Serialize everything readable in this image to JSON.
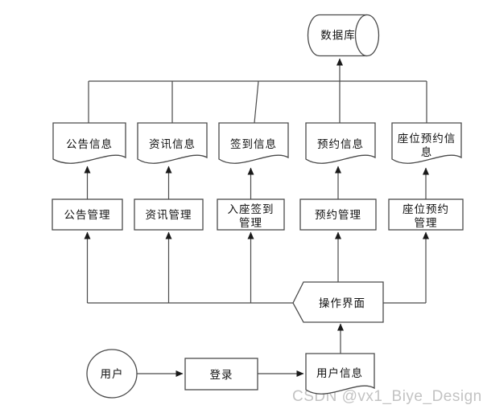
{
  "diagram": {
    "type": "flowchart",
    "nodes": {
      "database": {
        "label": "数据库",
        "shape": "horizontal-cylinder"
      },
      "doc_notice": {
        "label": "公告信息",
        "shape": "document"
      },
      "doc_news": {
        "label": "资讯信息",
        "shape": "document"
      },
      "doc_checkin": {
        "label": "签到信息",
        "shape": "document"
      },
      "doc_booking": {
        "label": "预约信息",
        "shape": "document"
      },
      "doc_seat_booking": {
        "label": "座位预约信息",
        "line1": "座位预约信",
        "line2": "息",
        "shape": "document"
      },
      "mgmt_notice": {
        "label": "公告管理",
        "shape": "rect"
      },
      "mgmt_news": {
        "label": "资讯管理",
        "shape": "rect"
      },
      "mgmt_checkin": {
        "label": "入座签到管理",
        "line1": "入座签到",
        "line2": "管理",
        "shape": "rect"
      },
      "mgmt_booking": {
        "label": "预约管理",
        "shape": "rect"
      },
      "mgmt_seat_booking": {
        "label": "座位预约管理",
        "line1": "座位预约",
        "line2": "管理",
        "shape": "rect"
      },
      "operation_ui": {
        "label": "操作界面",
        "shape": "left-point-pentagon"
      },
      "user": {
        "label": "用户",
        "shape": "circle"
      },
      "login": {
        "label": "登录",
        "shape": "rect"
      },
      "user_info": {
        "label": "用户信息",
        "shape": "document"
      }
    },
    "edges": [
      {
        "from": "doc_notice",
        "to": "database",
        "via": "bus"
      },
      {
        "from": "doc_news",
        "to": "database",
        "via": "bus"
      },
      {
        "from": "doc_checkin",
        "to": "database",
        "via": "bus"
      },
      {
        "from": "doc_booking",
        "to": "database",
        "via": "bus",
        "arrow": true
      },
      {
        "from": "doc_seat_booking",
        "to": "database",
        "via": "bus"
      },
      {
        "from": "mgmt_notice",
        "to": "doc_notice",
        "arrow": true
      },
      {
        "from": "mgmt_news",
        "to": "doc_news",
        "arrow": true
      },
      {
        "from": "mgmt_checkin",
        "to": "doc_checkin",
        "arrow": true
      },
      {
        "from": "mgmt_booking",
        "to": "doc_booking",
        "arrow": true
      },
      {
        "from": "mgmt_seat_booking",
        "to": "doc_seat_booking",
        "arrow": true
      },
      {
        "from": "operation_ui",
        "to": "mgmt_notice",
        "arrow": true
      },
      {
        "from": "operation_ui",
        "to": "mgmt_news",
        "arrow": true
      },
      {
        "from": "operation_ui",
        "to": "mgmt_checkin",
        "arrow": true
      },
      {
        "from": "operation_ui",
        "to": "mgmt_booking",
        "arrow": true
      },
      {
        "from": "operation_ui",
        "to": "mgmt_seat_booking",
        "arrow": true
      },
      {
        "from": "user_info",
        "to": "operation_ui",
        "arrow": true
      },
      {
        "from": "user",
        "to": "login",
        "arrow": true
      },
      {
        "from": "login",
        "to": "user_info",
        "arrow": true
      }
    ],
    "colors": {
      "line": "#4a4a4a",
      "text": "#111111",
      "shape_fill": "#ffffff",
      "watermark": "#c3c3c3",
      "background": "#ffffff"
    }
  },
  "watermark": {
    "text": "CSDN @vx1_Biye_Design"
  }
}
